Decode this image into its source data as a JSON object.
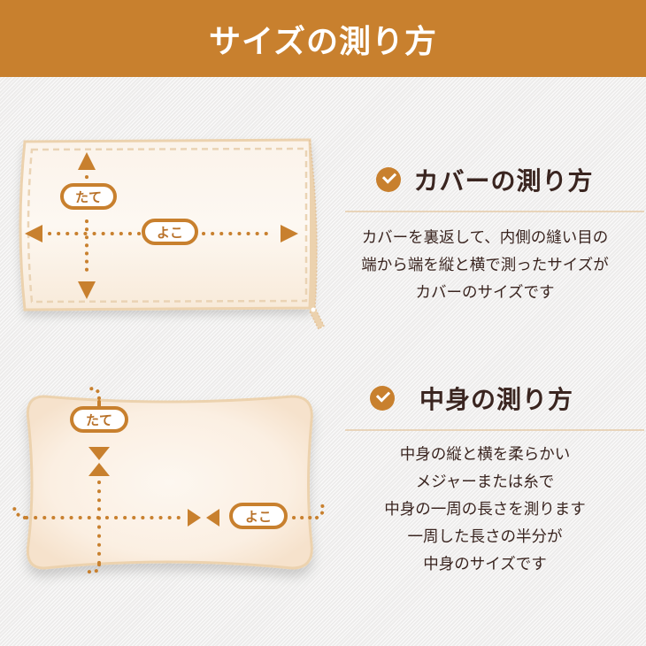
{
  "header": {
    "title": "サイズの測り方"
  },
  "colors": {
    "accent": "#c8802e",
    "text": "#3a2520",
    "fabric": "#fbf1e6",
    "fabric_edge": "#ecd2ae",
    "divider": "#e8d4ba"
  },
  "cover": {
    "title": "カバーの測り方",
    "icon": "check-circle-icon",
    "body_lines": [
      "カバーを裏返して、内側の縫い目の",
      "端から端を縦と横で測ったサイズが",
      "カバーのサイズです"
    ],
    "illustration": {
      "vertical_label": "たて",
      "horizontal_label": "よこ"
    }
  },
  "filling": {
    "title": "中身の測り方",
    "icon": "check-circle-icon",
    "body_lines": [
      "中身の縦と横を柔らかい",
      "メジャーまたは糸で",
      "中身の一周の長さを測ります",
      "一周した長さの半分が",
      "中身のサイズです"
    ],
    "illustration": {
      "vertical_label": "たて",
      "horizontal_label": "よこ"
    }
  }
}
